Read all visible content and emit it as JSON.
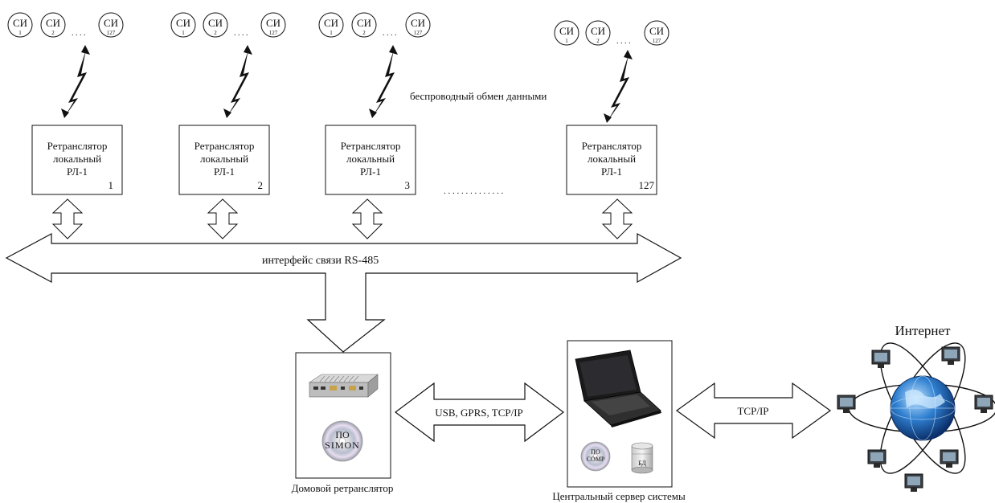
{
  "meter_label": "СИ",
  "meter_numbers": [
    "1",
    "2",
    "127"
  ],
  "meter_ellipsis": ". . . .",
  "wireless_label": "беспроводный обмен данными",
  "relay": {
    "line1": "Ретранслятор",
    "line2": "локальный",
    "line3": "РЛ-1",
    "numbers": [
      "1",
      "2",
      "3",
      "127"
    ]
  },
  "relay_gap_dots": ". . . . . . . . . . . . . .",
  "bus_label": "интерфейс связи RS-485",
  "home_relay": {
    "software_line1": "ПО",
    "software_line2": "SIMON",
    "caption": "Домовой ретранслятор"
  },
  "link_label": "USB, GPRS, TCP/IP",
  "server": {
    "software_line1": "ПО",
    "software_line2": "СОМР",
    "db_label": "БД",
    "caption": "Центральный сервер системы"
  },
  "internet_link_label": "TCP/IP",
  "internet_label": "Интернет"
}
